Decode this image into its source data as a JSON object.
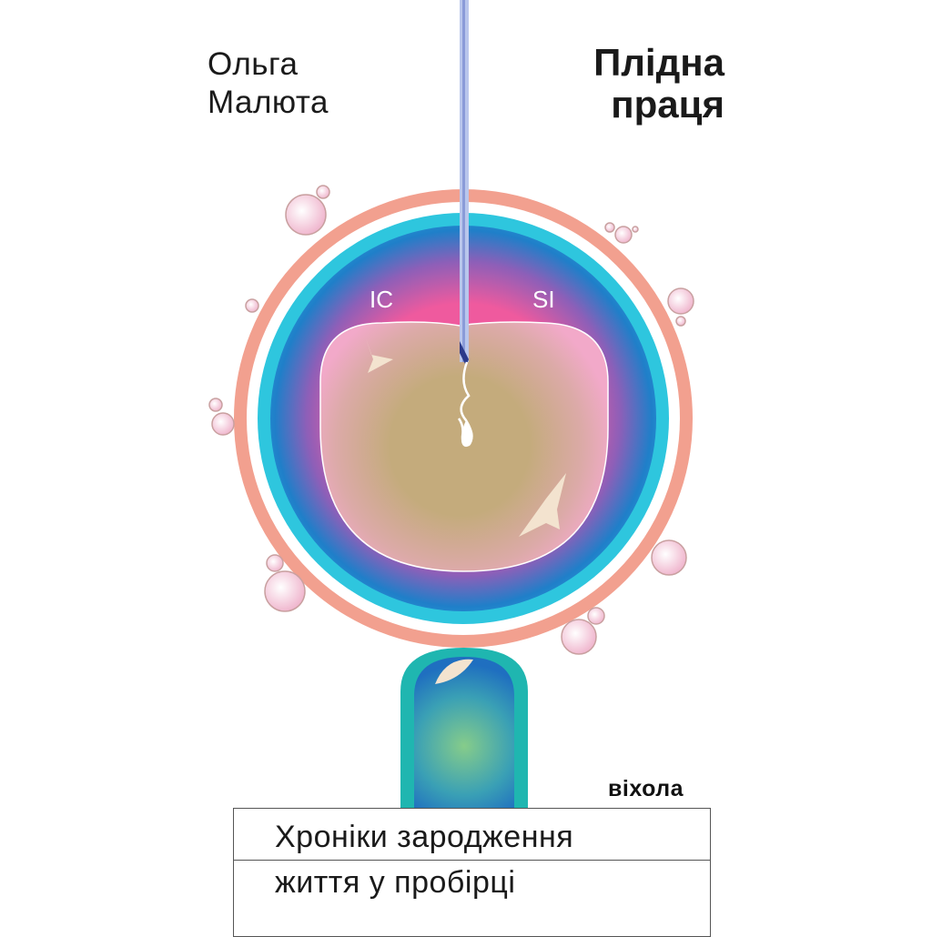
{
  "cover": {
    "author_line1": "Ольга",
    "author_line2": "Малюта",
    "title_line1": "Плідна",
    "title_line2": "праця",
    "label_left": "IC",
    "label_right": "SI",
    "publisher": "віхола",
    "subtitle_line1": "Хроніки зародження",
    "subtitle_line2": "життя у пробірці"
  },
  "colors": {
    "salmon_ring": "#f2a08f",
    "cyan": "#2ec6de",
    "blue": "#1f7fc9",
    "magenta": "#ef5a9e",
    "cytoplasm": "#c4ab7c",
    "pink": "#f2a9c9",
    "pipette": "#1fb6b0"
  }
}
